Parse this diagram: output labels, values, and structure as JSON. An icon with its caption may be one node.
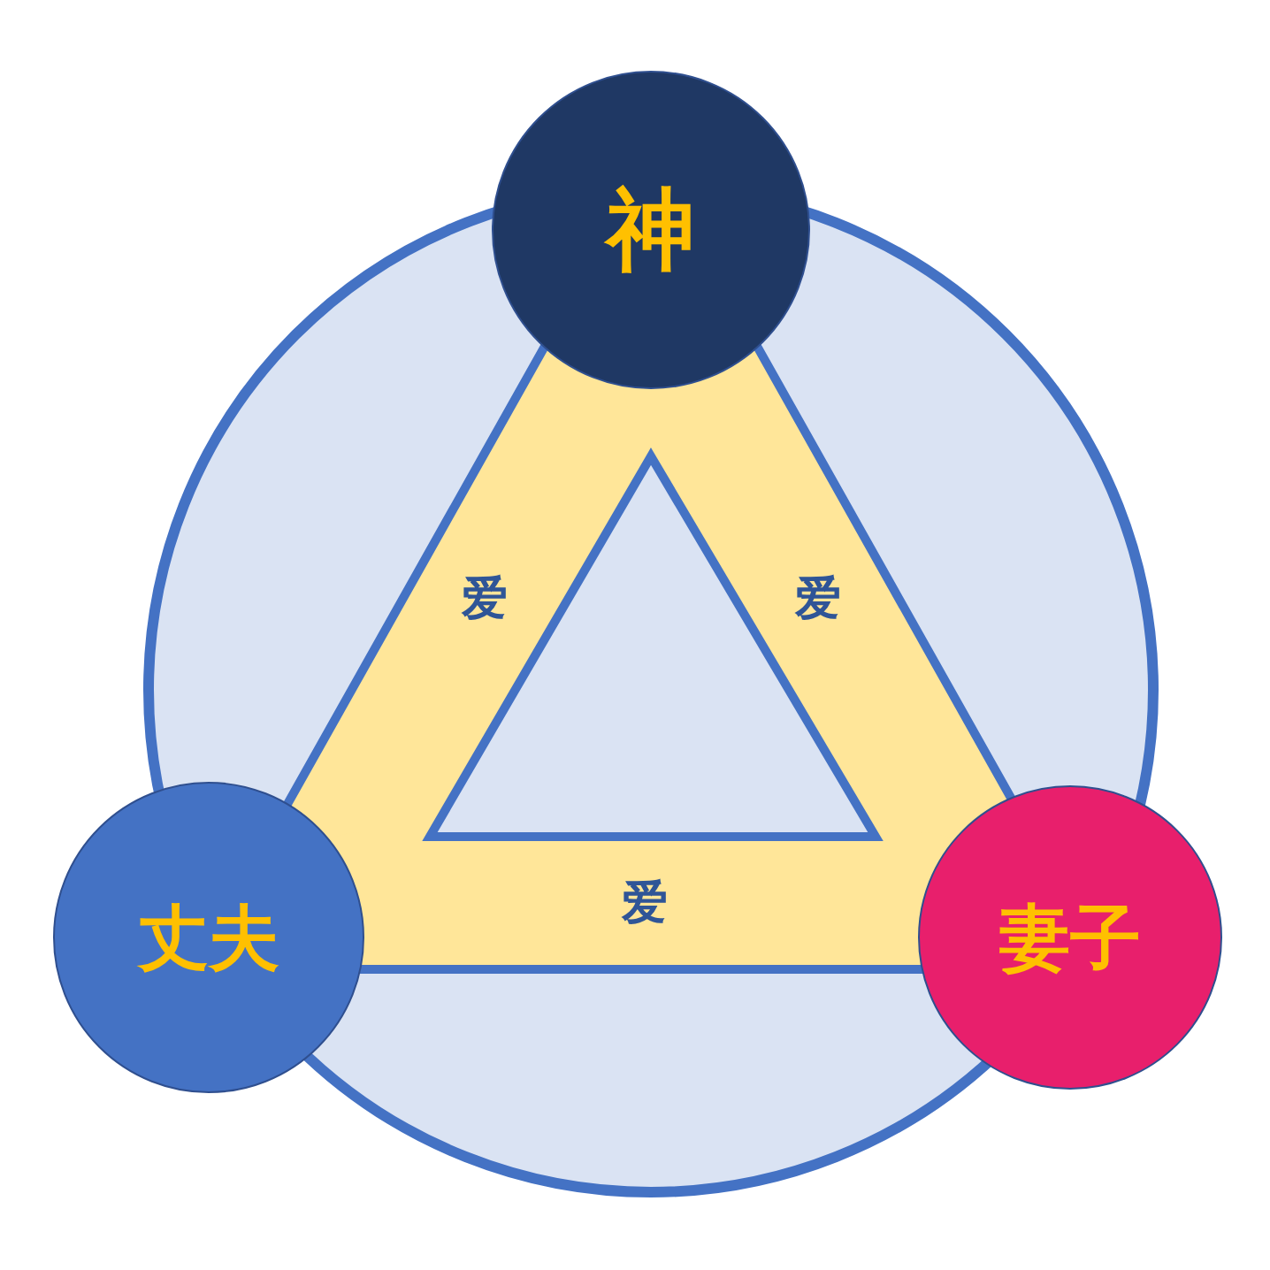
{
  "diagram": {
    "nodes": [
      {
        "text": [
          "神"
        ]
      },
      {
        "text": [
          "丈夫"
        ]
      },
      {
        "text": [
          "妻子"
        ]
      }
    ],
    "edges": [
      {
        "from": 0,
        "to": 1,
        "arrow": "none",
        "label": "爱"
      },
      {
        "from": 0,
        "to": 2,
        "arrow": "none",
        "label": "爱"
      },
      {
        "from": 1,
        "to": 2,
        "arrow": "none",
        "label": "爱"
      }
    ]
  }
}
